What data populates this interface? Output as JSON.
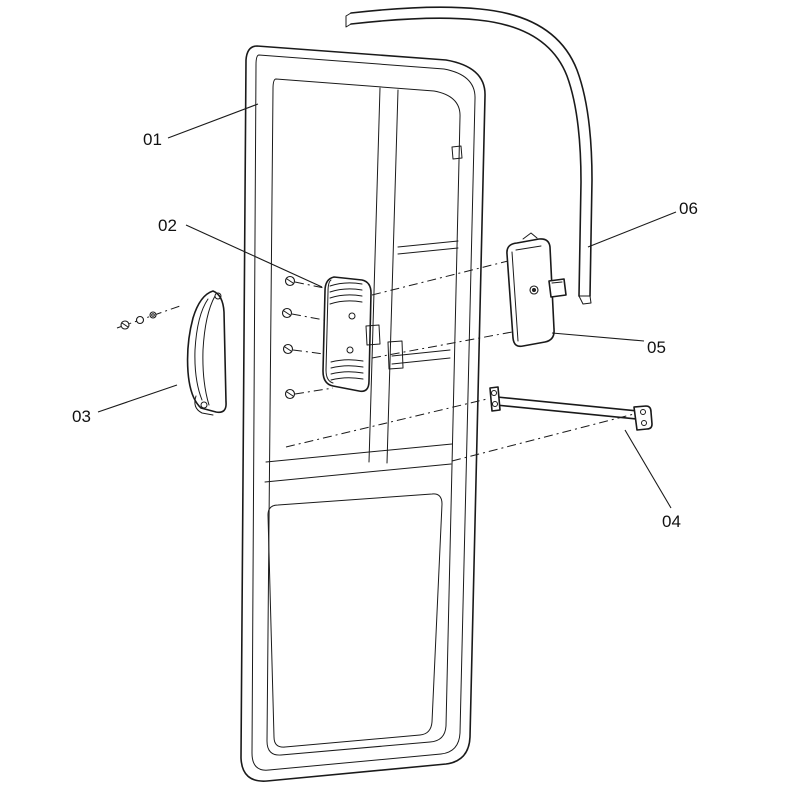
{
  "diagram": {
    "type": "exploded-parts-diagram",
    "background_color": "#ffffff",
    "line_color": "#1a1a1a",
    "callouts": [
      {
        "label": "01"
      },
      {
        "label": "02"
      },
      {
        "label": "03"
      },
      {
        "label": "04"
      },
      {
        "label": "05"
      },
      {
        "label": "06"
      }
    ]
  }
}
